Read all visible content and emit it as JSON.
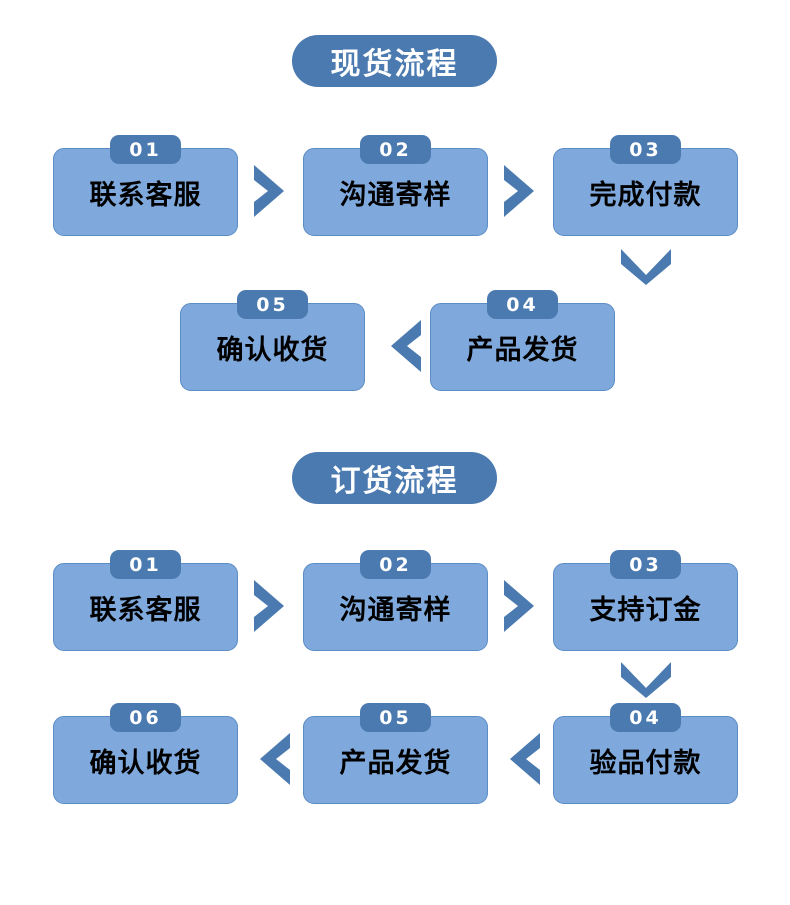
{
  "page": {
    "background_color": "#ffffff",
    "box_fill_color": "#7fa9dc",
    "box_border_color": "#5b8cc4",
    "accent_color": "#4a7ab0",
    "badge_text_color": "#ffffff",
    "label_text_color": "#000000"
  },
  "sections": [
    {
      "title": "现货流程",
      "rows": [
        {
          "direction": "forward",
          "steps": [
            {
              "number": "01",
              "label": "联系客服"
            },
            {
              "number": "02",
              "label": "沟通寄样"
            },
            {
              "number": "03",
              "label": "完成付款"
            }
          ]
        },
        {
          "direction": "reverse",
          "steps": [
            {
              "number": "05",
              "label": "确认收货"
            },
            {
              "number": "04",
              "label": "产品发货"
            }
          ]
        }
      ],
      "connector": {
        "icon": "chevron-down-icon"
      }
    },
    {
      "title": "订货流程",
      "rows": [
        {
          "direction": "forward",
          "steps": [
            {
              "number": "01",
              "label": "联系客服"
            },
            {
              "number": "02",
              "label": "沟通寄样"
            },
            {
              "number": "03",
              "label": "支持订金"
            }
          ]
        },
        {
          "direction": "reverse",
          "steps": [
            {
              "number": "06",
              "label": "确认收货"
            },
            {
              "number": "05",
              "label": "产品发货"
            },
            {
              "number": "04",
              "label": "验品付款"
            }
          ]
        }
      ],
      "connector": {
        "icon": "chevron-down-icon"
      }
    }
  ],
  "icons": {
    "chevron_right": "chevron-right-icon",
    "chevron_left": "chevron-left-icon",
    "chevron_down": "chevron-down-icon"
  }
}
